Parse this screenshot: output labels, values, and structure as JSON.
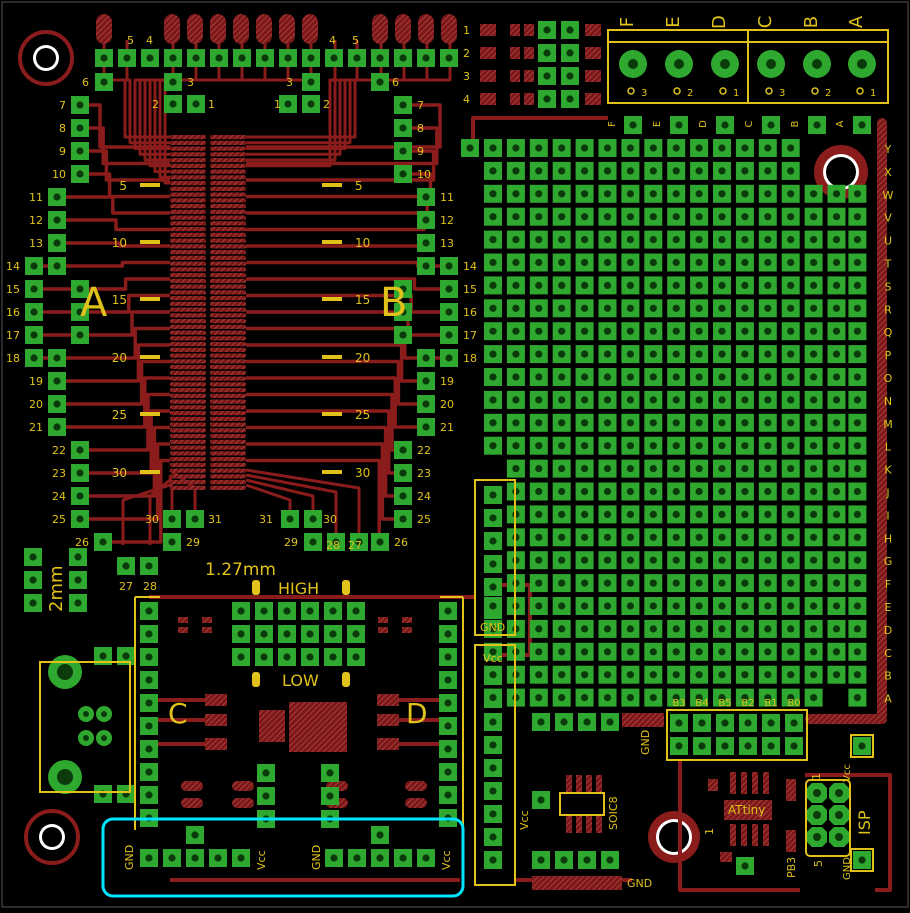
{
  "colors": {
    "background": "#000000",
    "copper": "#8a1c1c",
    "pad": "#2fa82f",
    "drill": "#0b3b0b",
    "silkscreen": "#e0c21a",
    "selection": "#00e5ff",
    "hatch": "#c05050"
  },
  "labels": {
    "header_top_left": [
      "5",
      "4"
    ],
    "header_top_right": [
      "4",
      "5"
    ],
    "pin3_left": "3",
    "pin2_left": "2",
    "pin1_left": "1",
    "pin3_right": "3",
    "pin2_right": "2",
    "pin1_right": "1",
    "pin6_left": "6",
    "pin6_right": "6",
    "left_column_numbers": [
      "7",
      "8",
      "9",
      "10",
      "11",
      "12",
      "13",
      "14",
      "15",
      "16",
      "17",
      "18",
      "19",
      "20",
      "21",
      "22",
      "23",
      "24",
      "25",
      "26"
    ],
    "right_column_numbers": [
      "7",
      "8",
      "9",
      "10",
      "11",
      "12",
      "13",
      "14",
      "15",
      "16",
      "17",
      "18",
      "19",
      "20",
      "21",
      "22",
      "23",
      "24",
      "25",
      "26"
    ],
    "center_marks": [
      "5",
      "10",
      "15",
      "20",
      "25",
      "30"
    ],
    "bottom_left_pins": [
      "30",
      "31",
      "29",
      "27",
      "28"
    ],
    "bottom_right_pins": [
      "31",
      "30",
      "29",
      "28",
      "27"
    ],
    "group_a": "A",
    "group_b": "B",
    "group_c": "C",
    "group_d": "D",
    "pitch_127": "1.27mm",
    "pitch_2": "2mm",
    "high": "HIGH",
    "low": "LOW",
    "gnd": "GND",
    "vcc": "Vcc",
    "soic8": "SOIC8",
    "attiny": "ATtiny",
    "isp": "ISP",
    "pb3": "PB3",
    "isp_pins": [
      "1",
      "5"
    ],
    "gnd_small": "GND",
    "vcc_small": "Vcc",
    "connector_letters_top": [
      "F",
      "E",
      "D",
      "C",
      "B",
      "A"
    ],
    "connector_pin_labels": [
      "3",
      "2",
      "1",
      "3",
      "2",
      "1"
    ],
    "row_numbers_top": [
      "1",
      "2",
      "3",
      "4"
    ],
    "grid_col_letters": [
      "F",
      "E",
      "D",
      "C",
      "B",
      "A"
    ],
    "grid_row_letters": [
      "Y",
      "X",
      "W",
      "V",
      "U",
      "T",
      "S",
      "R",
      "Q",
      "P",
      "O",
      "N",
      "M",
      "L",
      "K",
      "J",
      "I",
      "H",
      "G",
      "F",
      "E",
      "D",
      "C",
      "B",
      "A"
    ],
    "b_pins": [
      "B3",
      "B4",
      "B5",
      "B2",
      "B1",
      "B0"
    ]
  }
}
